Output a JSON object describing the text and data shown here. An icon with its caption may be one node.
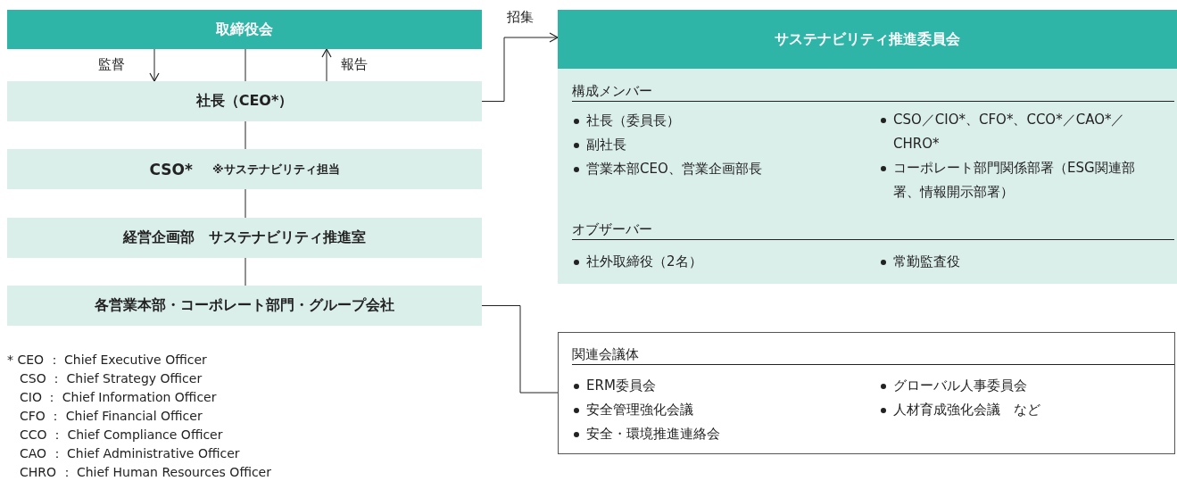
{
  "diagram": {
    "nodes": [
      {
        "text": [
          "取締役会"
        ]
      },
      {
        "text": [
          "社長（CEO*）"
        ]
      },
      {
        "text": [
          "CSO*",
          "※サステナビリティ担当"
        ]
      },
      {
        "text": [
          "経営企画部　サステナビリティ推進室"
        ]
      },
      {
        "text": [
          "各営業本部・コーポレート部門・グループ会社"
        ]
      },
      {
        "text": [
          "サステナビリティ推進委員会",
          "構成メンバー",
          "社長（委員長）",
          "副社長",
          "営業本部CEO、営業企画部長",
          "CSO／CIO*、CFO*、CCO*／CAO*／CHRO*",
          "コーポレート部門関係部署（ESG関連部署、情報開示部署）",
          "オブザーバー",
          "社外取締役（2名）",
          "常勤監査役"
        ]
      },
      {
        "text": [
          "関連会議体",
          "ERM委員会",
          "安全管理強化会議",
          "安全・環境推進連絡会",
          "グローバル人事委員会",
          "人材育成強化会議　など"
        ]
      }
    ],
    "edges": [
      {
        "from": 0,
        "to": 1,
        "arrow": "to",
        "label": "監督"
      },
      {
        "from": 0,
        "to": 1,
        "arrow": "none"
      },
      {
        "from": 1,
        "to": 0,
        "arrow": "to",
        "label": "報告"
      },
      {
        "from": 1,
        "to": 2,
        "arrow": "none"
      },
      {
        "from": 2,
        "to": 3,
        "arrow": "none"
      },
      {
        "from": 3,
        "to": 4,
        "arrow": "none"
      },
      {
        "from": 1,
        "to": 5,
        "arrow": "to",
        "label": "招集"
      },
      {
        "from": 4,
        "to": 6,
        "arrow": "none"
      }
    ],
    "labels": [
      "* CEO ： Chief Executive Officer",
      "CSO ： Chief Strategy Officer",
      "CIO ： Chief Information Officer",
      "CFO ： Chief Financial Officer",
      "CCO ： Chief Compliance Officer",
      "CAO ： Chief Administrative Officer",
      "CHRO ： Chief Human Resources Officer"
    ]
  }
}
